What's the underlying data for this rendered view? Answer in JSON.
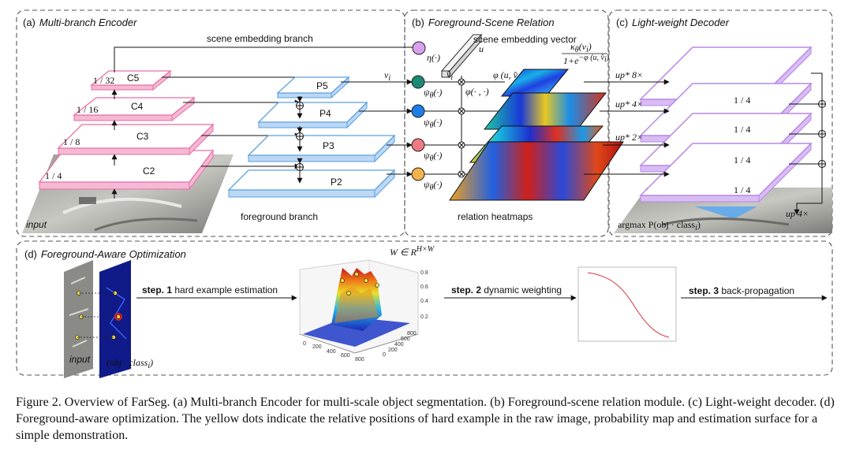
{
  "panels": {
    "a": {
      "letter": "(a)",
      "title": "Multi-branch Encoder"
    },
    "b": {
      "letter": "(b)",
      "title": "Foreground-Scene Relation"
    },
    "c": {
      "letter": "(c)",
      "title": "Light-weight Decoder"
    },
    "d": {
      "letter": "(d)",
      "title": "Foreground-Aware Optimization"
    }
  },
  "encoder": {
    "scene_branch": "scene embedding branch",
    "foreground_branch": "foreground branch",
    "input": "input",
    "levels": [
      {
        "c": "C5",
        "p": "P5",
        "scale": "1 / 32"
      },
      {
        "c": "C4",
        "p": "P4",
        "scale": "1 / 16"
      },
      {
        "c": "C3",
        "p": "P3",
        "scale": "1 / 8"
      },
      {
        "c": "C2",
        "p": "P2",
        "scale": "1 / 4"
      }
    ]
  },
  "relation": {
    "eta": "η(·)",
    "u": "u",
    "scene_vector": "scene embedding vector",
    "vi": "v",
    "vi_sub": "i",
    "vi_hat": "v̂",
    "psi": [
      "ψ",
      "ψ",
      "ψ",
      "ψ"
    ],
    "psi_subs": [
      "θ",
      "θ",
      "θ",
      "θ"
    ],
    "psi_args": "(·)",
    "phi_uv": "φ (u, v̂",
    "phi_dot": "φ(· , ·)",
    "kappa": "κ",
    "kappa_arg": "(v",
    "denominator": "1+e",
    "denominator_exp": "−φ (u, v̂",
    "heatmaps": "relation heatmaps"
  },
  "decoder": {
    "ups": [
      "up* 8×",
      "up* 4×",
      "up* 2×"
    ],
    "quarters": [
      "1 / 4",
      "1 / 4",
      "1 / 4",
      "1 / 4"
    ],
    "final_up": "up 4×",
    "argmax": "argmax P(obj · class",
    "argmax_sub": "i",
    "argmax_close": ")"
  },
  "optimization": {
    "input": "input",
    "prob": "(obj · class",
    "prob_sub": "i",
    "prob_close": ")",
    "w": "W ∈ R",
    "w_sup": "H×W",
    "steps": [
      {
        "num": "step. 1",
        "text": " hard example estimation"
      },
      {
        "num": "step. 2",
        "text": " dynamic weighting"
      },
      {
        "num": "step. 3",
        "text": " back-propagation"
      }
    ],
    "surface_x_ticks": [
      "0",
      "200",
      "400",
      "600",
      "800"
    ],
    "surface_y_ticks": [
      "0",
      "200",
      "400",
      "600",
      "800"
    ],
    "surface_z_ticks": [
      "0.2",
      "0.4",
      "0.6",
      "0.8"
    ]
  },
  "caption": "Figure 2. Overview of FarSeg. (a) Multi-branch Encoder for multi-scale object segmentation. (b) Foreground-scene relation module. (c) Light-weight decoder. (d) Foreground-aware optimization. The yellow dots indicate the relative positions of hard example in the raw image, probability map and estimation surface for a simple demonstration."
}
